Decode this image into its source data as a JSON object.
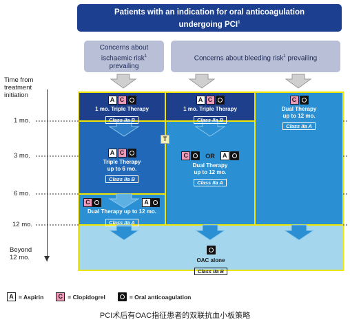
{
  "title": {
    "line1": "Patients with an indication for oral anticoagulation",
    "line2": "undergoing PCI",
    "sup": "1"
  },
  "concerns": {
    "ischaemic": {
      "line1": "Concerns about",
      "line2": "ischaemic risk",
      "sup": "1",
      "line3": "prevailing"
    },
    "bleeding": {
      "text": "Concerns about bleeding risk",
      "sup": "1",
      "tail": " prevailing"
    }
  },
  "timeline": {
    "header": [
      "Time from",
      "treatment",
      "initiation"
    ],
    "labels": [
      "1 mo.",
      "3 mo.",
      "6 mo.",
      "12 mo."
    ],
    "beyond": [
      "Beyond",
      "12 mo."
    ]
  },
  "col1": {
    "top": {
      "name": "1 mo. Triple Therapy",
      "class": "Class IIa B"
    },
    "mid": {
      "name1": "Triple Therapy",
      "name2": "up to 6 mo.",
      "class": "Class IIa B"
    },
    "bottom": {
      "name": "Dual Therapy up to 12 mo.",
      "class": "Class IIa A"
    }
  },
  "col2": {
    "top": {
      "name": "1 mo. Triple Therapy",
      "class": "Class IIa B"
    },
    "mid": {
      "or": "OR",
      "name1": "Dual Therapy",
      "name2": "up to 12 mo.",
      "class": "Class IIa A"
    }
  },
  "col3": {
    "name1": "Dual Therapy",
    "name2": "up to 12 mo.",
    "class": "Class IIa A"
  },
  "oac": {
    "name": "OAC alone",
    "class": "Class IIa B"
  },
  "t_marker": "T",
  "badge_letters": {
    "a": "A",
    "c": "C"
  },
  "legend": [
    {
      "letter": "A",
      "text": "= Aspirin"
    },
    {
      "letter": "C",
      "text": "= Clopidogrel"
    },
    {
      "text": "= Oral anticoagulation"
    }
  ],
  "caption": "PCI术后有OAC指征患者的双联抗血小板策略",
  "colors": {
    "title": "#1d3f8f",
    "concern": "#b8bfd6",
    "dark": "#1e3f8c",
    "mid": "#2a8fd3",
    "light": "#a4d6ee",
    "border": "#f2e600"
  }
}
